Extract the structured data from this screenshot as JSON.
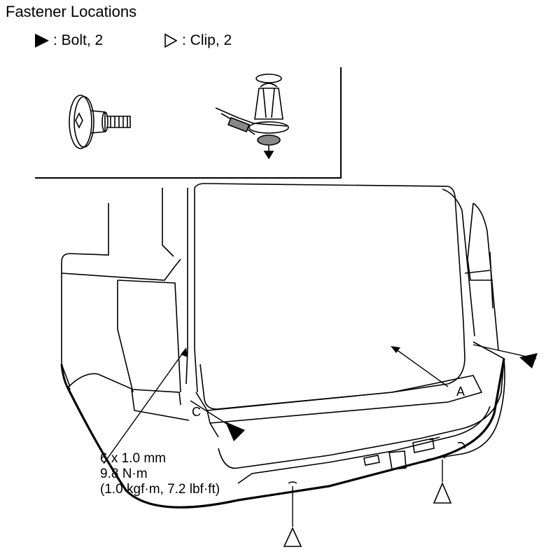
{
  "title": "Fastener Locations",
  "legend": {
    "bolt": ": Bolt, 2",
    "clip": ": Clip, 2",
    "bolt_icon": "solid-triangle",
    "clip_icon": "hollow-triangle"
  },
  "spec": {
    "size": "6 x 1.0 mm",
    "torque_nm": "9.8 N·m",
    "torque_alt": "(1.0 kgf·m, 7.2 lbf·ft)"
  },
  "labels": {
    "a": "A",
    "c": "C"
  }
}
